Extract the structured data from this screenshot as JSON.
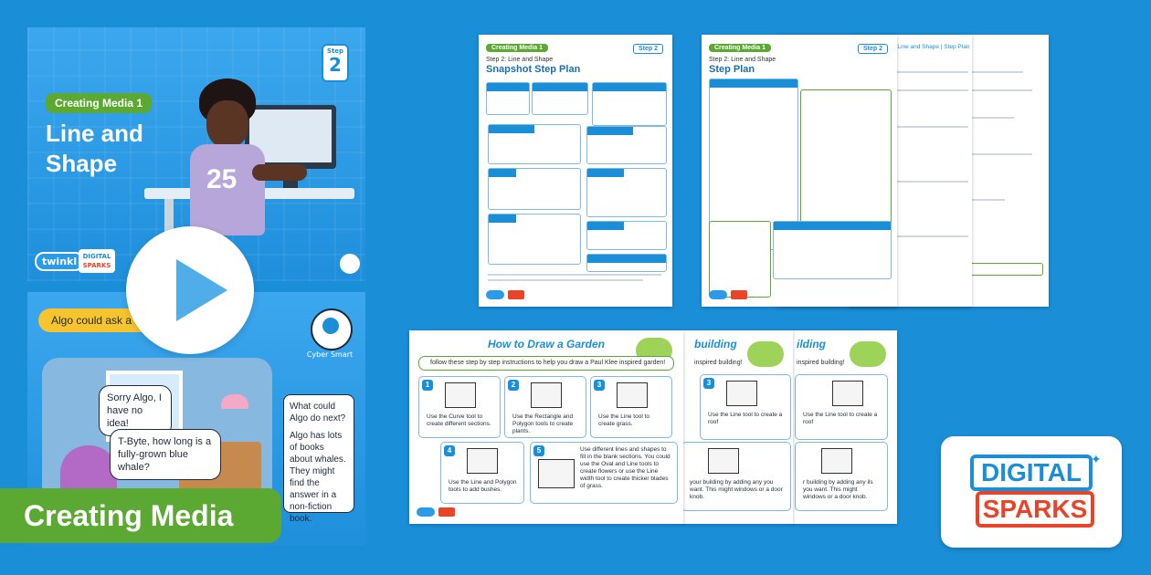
{
  "slide1": {
    "unit": "Creating Media 1",
    "title": "Line and Shape",
    "step_label": "Step",
    "step_number": "2",
    "kid_number": "25",
    "twinkl": "twinkl",
    "ds_top": "DIGITAL",
    "ds_bottom": "SPARKS"
  },
  "slide2": {
    "prompt": "Algo could ask a friend",
    "cyber_smart": "Cyber Smart",
    "bubble1": "Sorry Algo, I have no idea!",
    "bubble2": "T-Byte, how long is a fully-grown blue whale?",
    "card_q": "What could Algo do next?",
    "card_a": "Algo has lots of books about whales. They might find the answer in a non-fiction book."
  },
  "banner": {
    "label": "Creating Media"
  },
  "doc1": {
    "unit": "Creating Media 1",
    "step": "Step 2",
    "subtitle": "Step 2: Line and Shape",
    "title": "Snapshot Step Plan"
  },
  "doc2": {
    "unit": "Creating Media 1",
    "step": "Step 2",
    "subtitle": "Step 2: Line and Shape",
    "title": "Step Plan",
    "back_header": "Step 2: Line and Shape | Step Plan"
  },
  "worksheet": {
    "title": "How to Draw a Garden",
    "instructions": "follow these step by step instructions to help you draw a Paul Klee inspired garden!",
    "steps": [
      {
        "n": "1",
        "text": "Use the Curve tool to create different sections."
      },
      {
        "n": "2",
        "text": "Use the Rectangle and Polygon tools to create plants."
      },
      {
        "n": "3",
        "text": "Use the Line tool to create grass."
      },
      {
        "n": "4",
        "text": "Use the Line and Polygon tools to add bushes."
      },
      {
        "n": "5",
        "text": "Use different lines and shapes to fill in the blank sections. You could use the Oval and Line tools to create flowers or use the Line width tool to create thicker blades of grass."
      }
    ]
  },
  "worksheet_b": {
    "title": "building",
    "instructions": "inspired building!",
    "step3": "Use the Line tool to create a roof",
    "step5": "your building by adding any you want. This might windows or a door knob."
  },
  "worksheet_c": {
    "title": "ilding",
    "instructions": "inspired building!",
    "step3": "Use the Line tool to create a roof",
    "step5": "r building by adding any ils you want. This might windows or a door knob."
  },
  "logo": {
    "top": "DIGITAL",
    "bottom": "SPARKS"
  },
  "colors": {
    "background": "#1a8fd8",
    "green": "#5ba833",
    "yellow": "#f7c42e",
    "red": "#e8442a"
  }
}
